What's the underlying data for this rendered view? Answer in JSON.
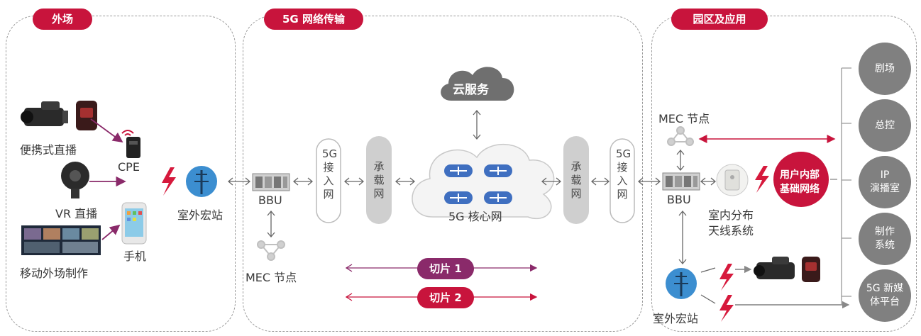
{
  "regions": {
    "field": {
      "title": "外场"
    },
    "network": {
      "title": "5G 网络传输"
    },
    "campus": {
      "title": "园区及应用"
    }
  },
  "field": {
    "portable_live": "便携式直播",
    "cpe": "CPE",
    "vr_live": "VR 直播",
    "phone": "手机",
    "mobile_production": "移动外场制作",
    "outdoor_station": "室外宏站"
  },
  "network": {
    "bbu_left": "BBU",
    "mec_left": "MEC 节点",
    "access_left": "5G接入网",
    "bearer_left": "承载网",
    "cloud_service": "云服务",
    "core": "5G 核心网",
    "bearer_right": "承载网",
    "access_right": "5G接入网",
    "slice1": "切片 1",
    "slice2": "切片 2"
  },
  "campus": {
    "mec_right": "MEC 节点",
    "bbu_right": "BBU",
    "indoor_line1": "室内分布",
    "indoor_line2": "天线系统",
    "user_net_line1": "用户内部",
    "user_net_line2": "基础网络",
    "outdoor_station": "室外宏站",
    "apps": [
      {
        "line1": "剧场",
        "line2": ""
      },
      {
        "line1": "总控",
        "line2": ""
      },
      {
        "line1": "IP",
        "line2": "演播室"
      },
      {
        "line1": "制作",
        "line2": "系统"
      },
      {
        "line1": "5G 新媒",
        "line2": "体平台"
      }
    ]
  },
  "colors": {
    "accent": "#c8143c",
    "slice1": "#8a2a6a",
    "gray": "#808080"
  }
}
